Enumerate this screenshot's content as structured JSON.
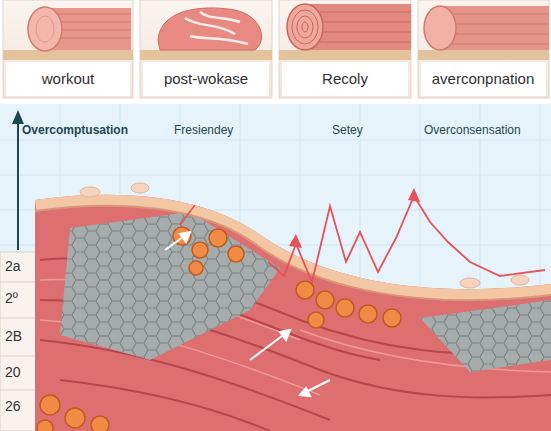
{
  "diagram": {
    "labels": [
      "workout",
      "post-wokase",
      "Recoly",
      "averconpnation",
      "Overcomptusation",
      "Fresiendey",
      "Setey",
      "Overconsensation",
      "2a",
      "2º",
      "2B",
      "20",
      "26"
    ]
  }
}
